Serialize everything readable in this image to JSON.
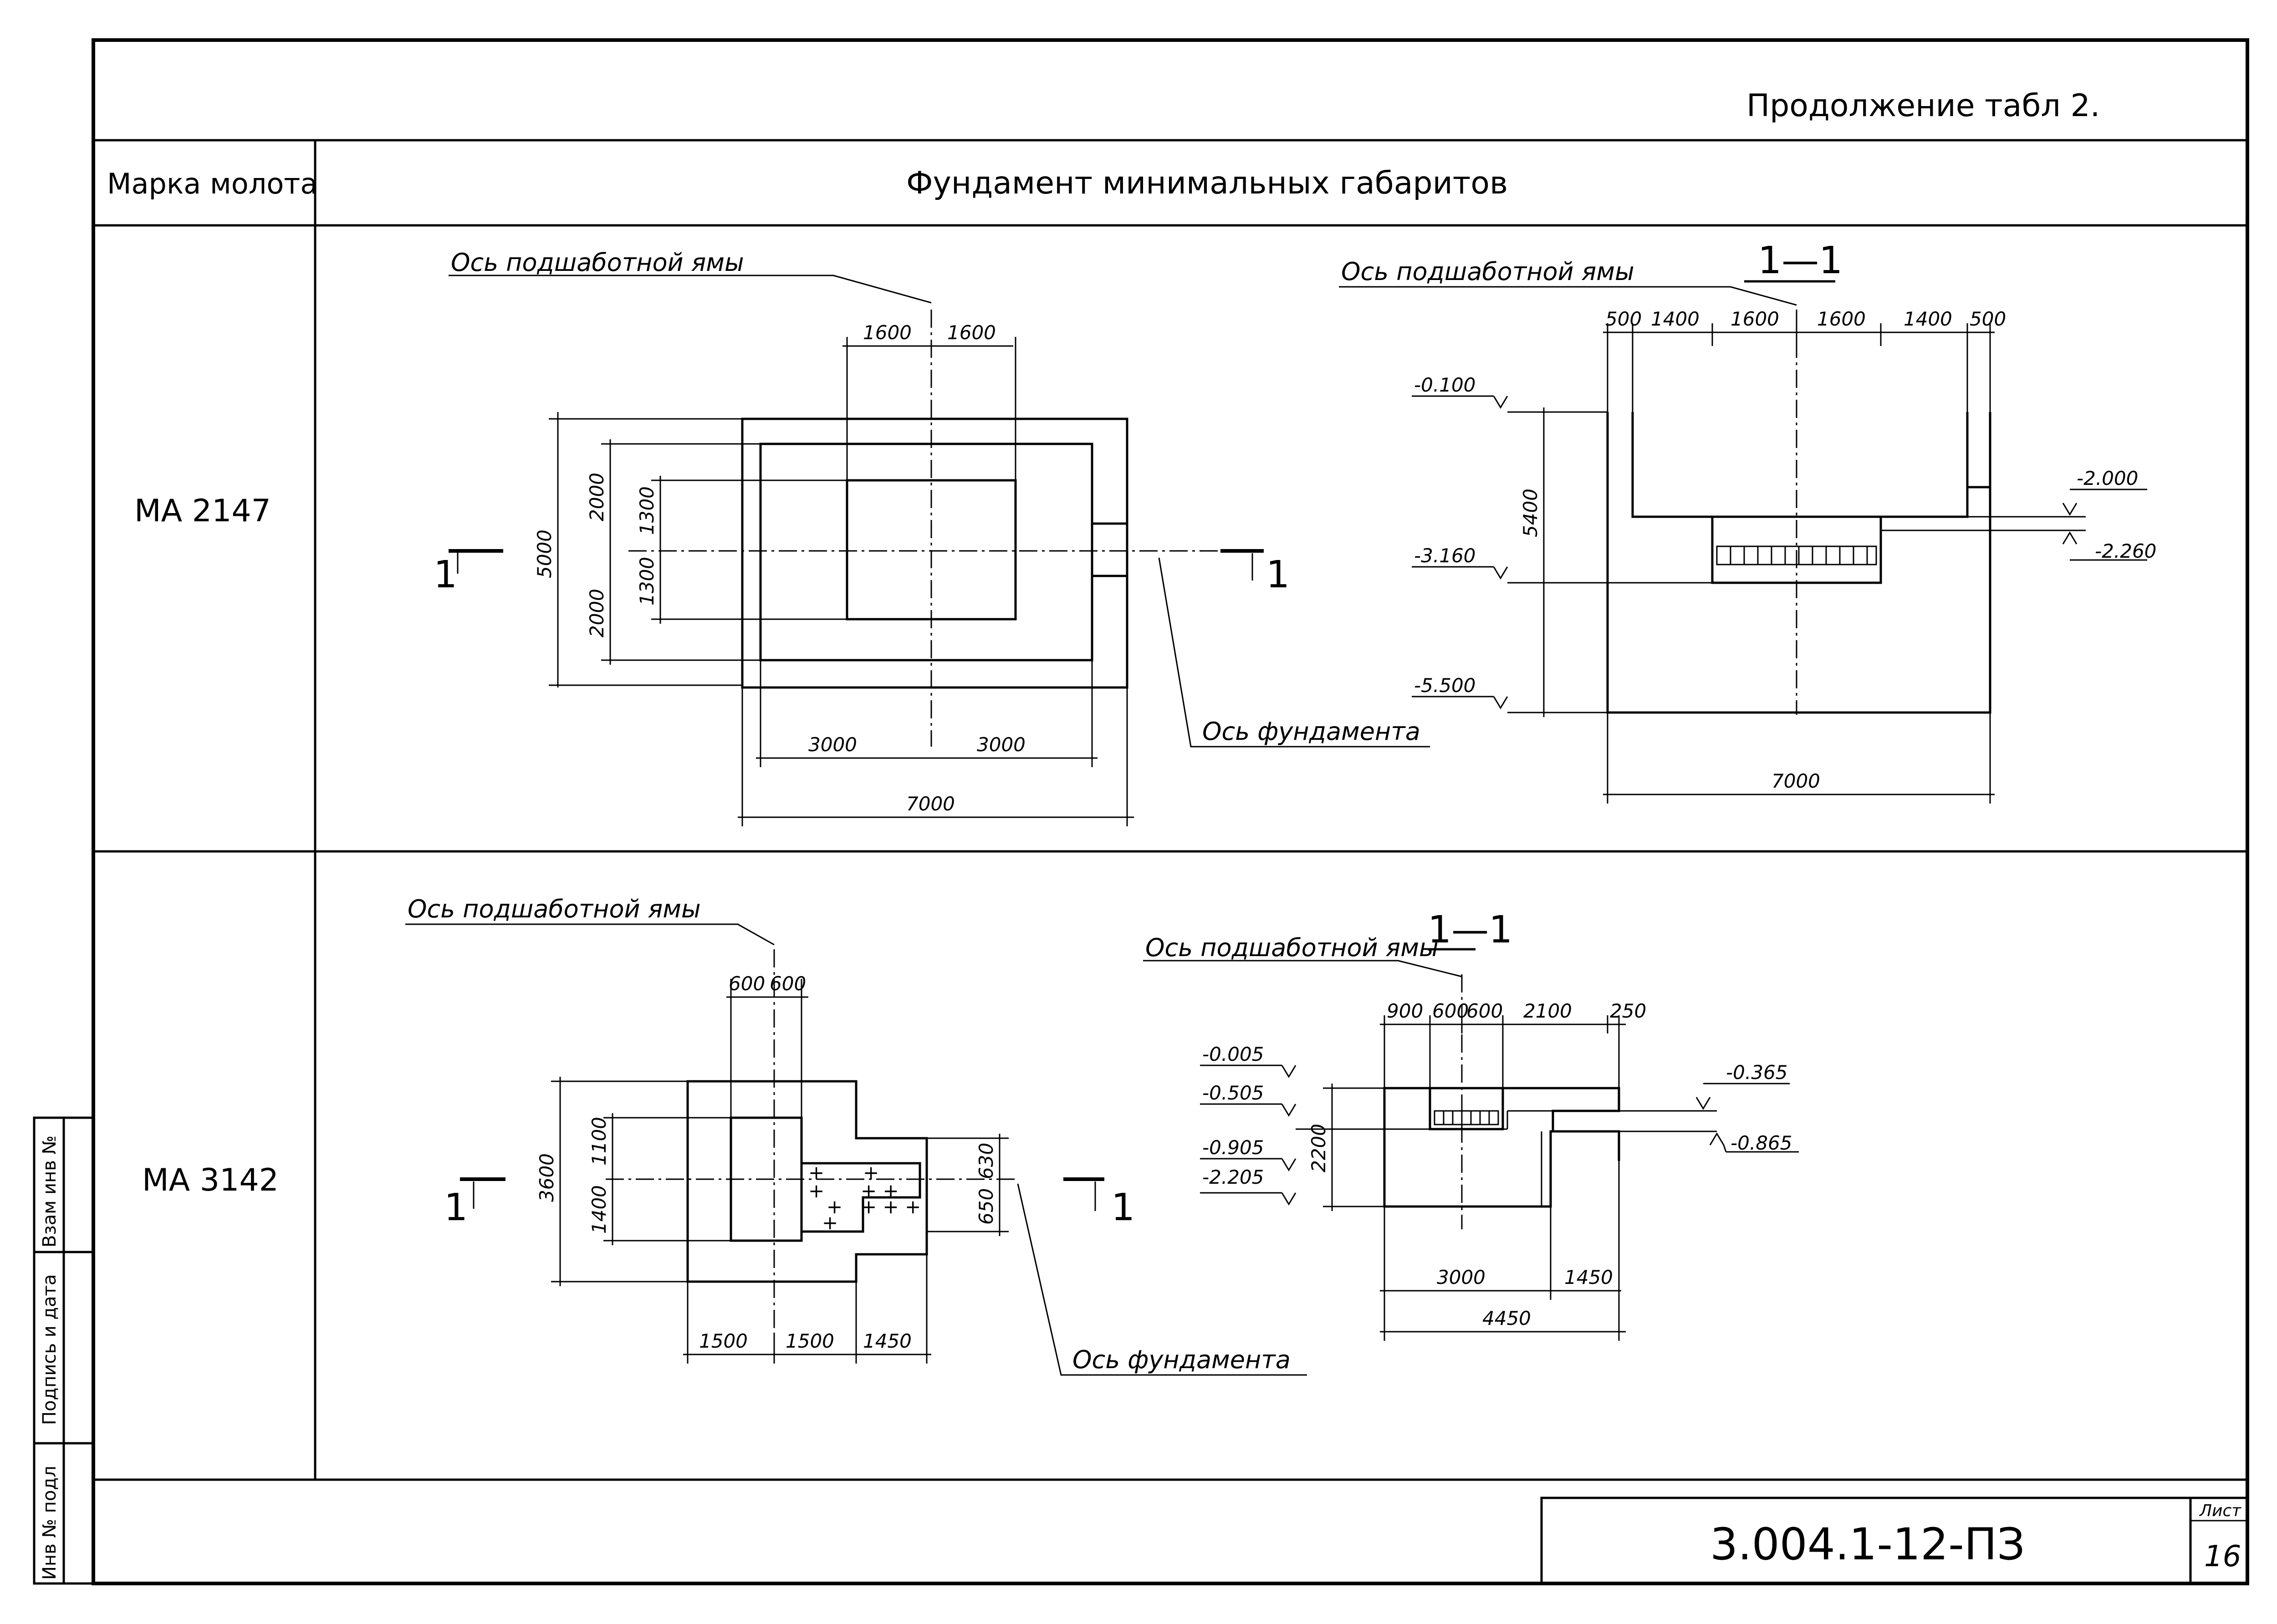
{
  "title_continuation": "Продолжение табл 2.",
  "header": {
    "col_hammer": "Марка молота",
    "col_foundation": "Фундамент минимальных габаритов"
  },
  "rows": [
    {
      "hammer": "МА 2147",
      "plan": {
        "axis_pit_label": "Ось подшаботной ямы",
        "axis_foundation_label": "Ось фундамента",
        "section_mark_left": "1",
        "section_mark_right": "1",
        "dims": {
          "top_left": "1600",
          "top_right": "1600",
          "left_total": "5000",
          "left_upper": "2000",
          "left_lower": "2000",
          "inner_upper": "1300",
          "inner_lower": "1300",
          "bottom_left": "3000",
          "bottom_right": "3000",
          "bottom_total": "7000"
        }
      },
      "section": {
        "title": "1—1",
        "axis_pit_label": "Ось подшаботной ямы",
        "top_dims": [
          "500",
          "1400",
          "1600",
          "1600",
          "1400",
          "500"
        ],
        "height": "5400",
        "width": "7000",
        "elev_left": [
          "-0.100",
          "-3.160",
          "-5.500"
        ],
        "elev_right": [
          "-2.000",
          "-2.260"
        ]
      }
    },
    {
      "hammer": "МА 3142",
      "plan": {
        "axis_pit_label": "Ось подшаботной ямы",
        "axis_foundation_label": "Ось фундамента",
        "section_mark_left": "1",
        "section_mark_right": "1",
        "dims": {
          "top_left": "600",
          "top_right": "600",
          "left_total": "3600",
          "left_upper": "1100",
          "left_lower": "1400",
          "right_upper": "630",
          "right_lower": "650",
          "bottom": [
            "1500",
            "1500",
            "1450"
          ]
        }
      },
      "section": {
        "title": "1—1",
        "axis_pit_label": "Ось подшаботной ямы",
        "top_dims": [
          "900",
          "600",
          "600",
          "2100",
          "250"
        ],
        "height": "2200",
        "bottom_dims": [
          "3000",
          "1450"
        ],
        "width": "4450",
        "elev_left": [
          "-0.005",
          "-0.505",
          "-0.905",
          "-2.205"
        ],
        "elev_right": [
          "-0.365",
          "-0.865"
        ]
      }
    }
  ],
  "stamp": {
    "fields": [
      "Взам инв №",
      "Подпись и дата",
      "Инв № подл"
    ],
    "doc_code": "3.004.1-12-ПЗ",
    "sheet_label": "Лист",
    "sheet_number": "16"
  }
}
